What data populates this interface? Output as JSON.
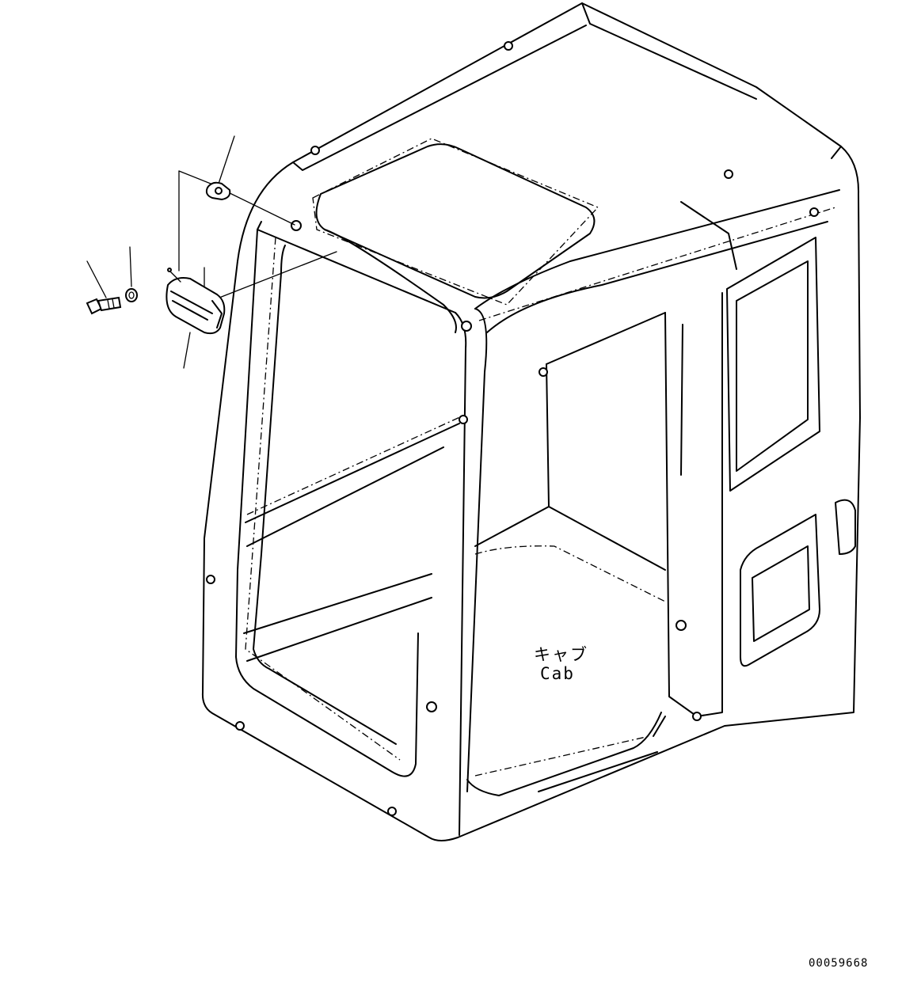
{
  "diagram": {
    "part_label_jp": "キャブ",
    "part_label_en": "Cab",
    "drawing_code": "00059668",
    "line_color": "#000000",
    "background_color": "#ffffff"
  },
  "icons": {
    "lamp": "work-lamp-icon",
    "bolt": "bolt-icon",
    "washer": "washer-icon",
    "bracket": "bracket-icon"
  }
}
